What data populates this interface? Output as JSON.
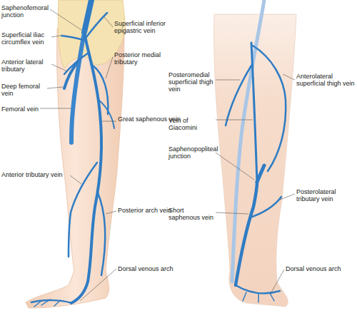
{
  "diagram": {
    "labels": [
      "Saphenofemoral junction",
      "Superficial iliac circumflex vein",
      "Anterior lateral tributary",
      "Deep femoral vein",
      "Femoral vein",
      "Superficial inferior epigastric vein",
      "Posterior medial tributary",
      "Great saphenous vein",
      "Anterior tributary vein",
      "Posterior arch vein",
      "Dorsal venous arch",
      "Posteromedial superficial thigh vein",
      "Anterolateral superficial thigh vein",
      "Vein of Giacomini",
      "Saphenopopliteal junction",
      "Posterolateral tributary vein",
      "Short saphenous vein",
      "Dorsal venous arch"
    ]
  }
}
